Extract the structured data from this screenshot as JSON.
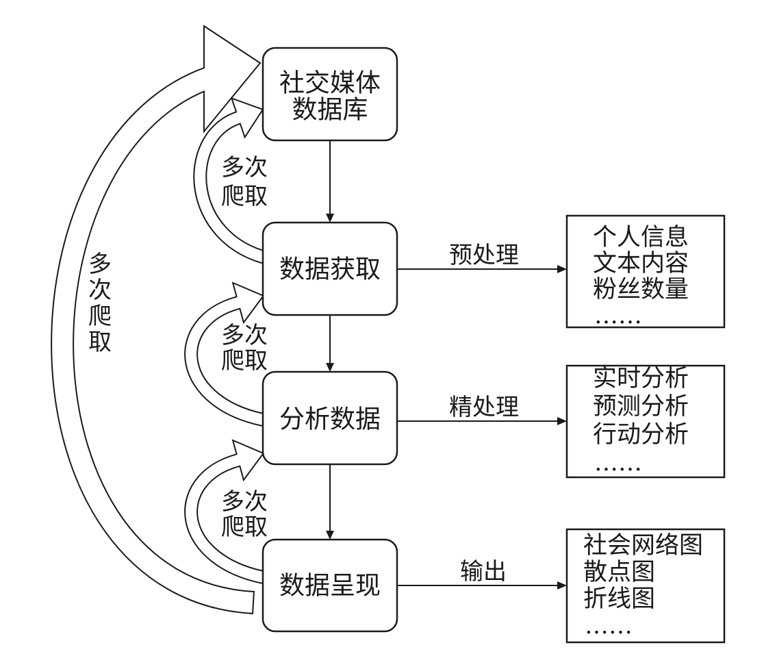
{
  "flow": {
    "source": {
      "line1": "社交媒体",
      "line2": "数据库"
    },
    "acquire": "数据获取",
    "analyze": "分析数据",
    "present": "数据呈现"
  },
  "edges": {
    "preprocess": "预处理",
    "refine": "精处理",
    "output": "输出"
  },
  "results": {
    "acquire": [
      "个人信息",
      "文本内容",
      "粉丝数量",
      "……"
    ],
    "analyze": [
      "实时分析",
      "预测分析",
      "行动分析",
      "……"
    ],
    "present": [
      "社会网络图",
      "散点图",
      "折线图",
      "……"
    ]
  },
  "loops": {
    "acquire_to_source": [
      "多次",
      "爬取"
    ],
    "analyze_to_acquire": [
      "多次",
      "爬取"
    ],
    "present_to_analyze": [
      "多次",
      "爬取"
    ],
    "present_to_source": [
      "多",
      "次",
      "爬",
      "取"
    ]
  }
}
